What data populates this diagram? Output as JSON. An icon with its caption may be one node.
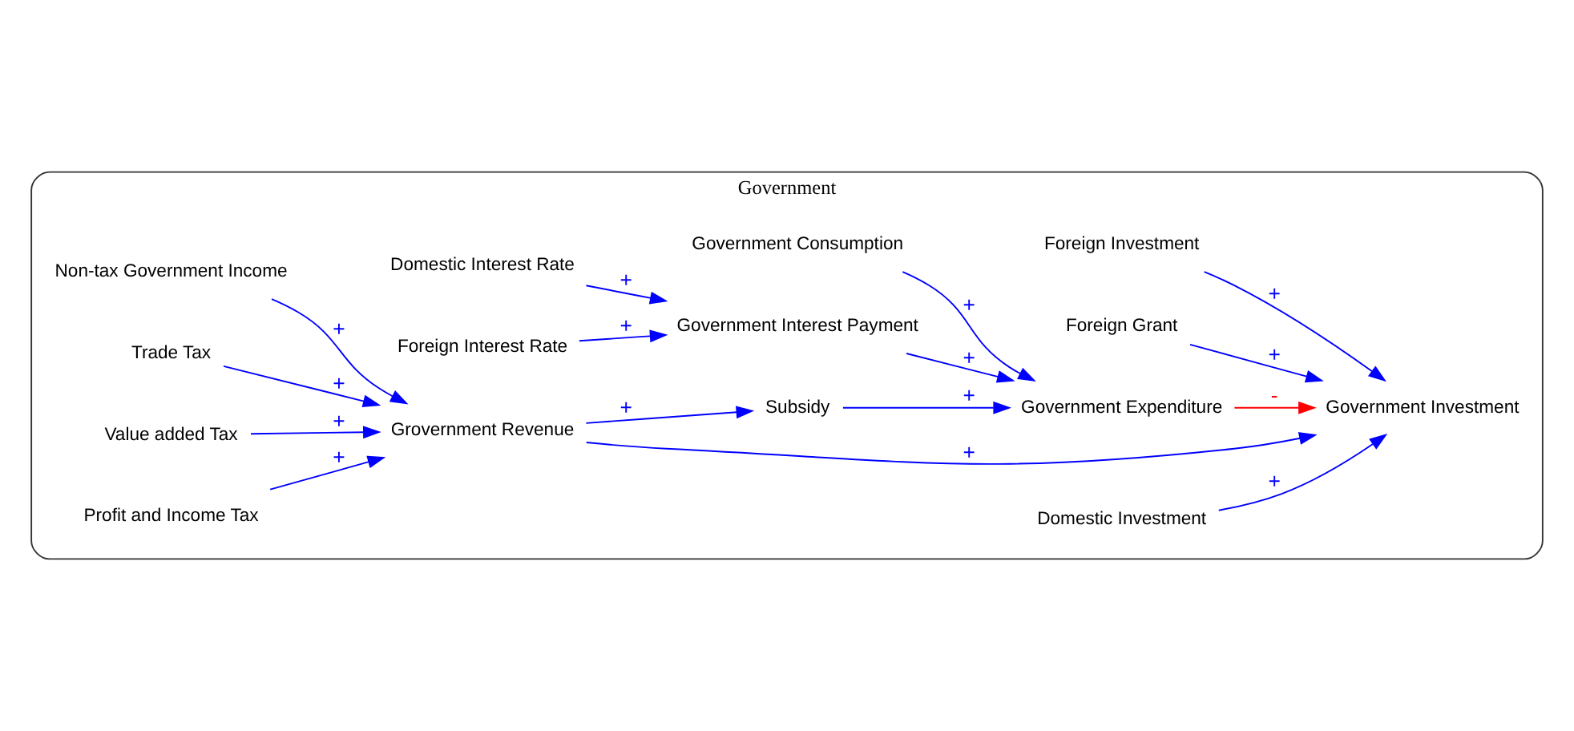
{
  "diagram": {
    "nodes": [
      {
        "text": [
          "Government"
        ]
      },
      {
        "text": [
          "Foreign Interest Rate"
        ],
        "in": 0
      },
      {
        "text": [
          "Government Consumption"
        ],
        "in": 0
      },
      {
        "text": [
          "Government Interest Payment"
        ],
        "in": 0
      },
      {
        "text": [
          "Domestic Interest Rate"
        ],
        "in": 0
      },
      {
        "text": [
          "Subsidy"
        ],
        "in": 0
      },
      {
        "text": [
          "Government Expenditure"
        ],
        "in": 0
      },
      {
        "text": [
          "Non-tax Government Income"
        ],
        "in": 0
      },
      {
        "text": [
          "Government Investment"
        ],
        "in": 0
      },
      {
        "text": [
          "Trade Tax"
        ],
        "in": 0
      },
      {
        "text": [
          "Grovernment Revenue"
        ],
        "in": 0
      },
      {
        "text": [
          "Foreign Investment"
        ],
        "in": 0
      },
      {
        "text": [
          "Foreign Grant"
        ],
        "in": 0
      },
      {
        "text": [
          "Value added Tax"
        ],
        "in": 0
      },
      {
        "text": [
          "Profit and Income Tax"
        ],
        "in": 0
      },
      {
        "text": [
          "Domestic Investment"
        ],
        "in": 0
      }
    ],
    "edges": [
      {
        "from": 1,
        "to": 3,
        "arrow": "to",
        "label": "+"
      },
      {
        "from": 4,
        "to": 3,
        "arrow": "to",
        "label": "+"
      },
      {
        "from": 2,
        "to": 6,
        "arrow": "to",
        "label": "+"
      },
      {
        "from": 5,
        "to": 6,
        "arrow": "to",
        "label": "+"
      },
      {
        "from": 3,
        "to": 6,
        "arrow": "to",
        "label": "+"
      },
      {
        "from": 6,
        "to": 8,
        "arrow": "to",
        "label": "-",
        "color": "#ff0000"
      },
      {
        "from": 7,
        "to": 10,
        "arrow": "to",
        "label": "+"
      },
      {
        "from": 9,
        "to": 10,
        "arrow": "to",
        "label": "+"
      },
      {
        "from": 13,
        "to": 10,
        "arrow": "to",
        "label": "+"
      },
      {
        "from": 14,
        "to": 10,
        "arrow": "to",
        "label": "+"
      },
      {
        "from": 10,
        "to": 5,
        "arrow": "to",
        "label": "+"
      },
      {
        "from": 10,
        "to": 8,
        "arrow": "to",
        "label": "+"
      },
      {
        "from": 11,
        "to": 8,
        "arrow": "to",
        "label": "+"
      },
      {
        "from": 15,
        "to": 8,
        "arrow": "to",
        "label": "+"
      },
      {
        "from": 12,
        "to": 8,
        "arrow": "to",
        "label": "+"
      }
    ]
  }
}
